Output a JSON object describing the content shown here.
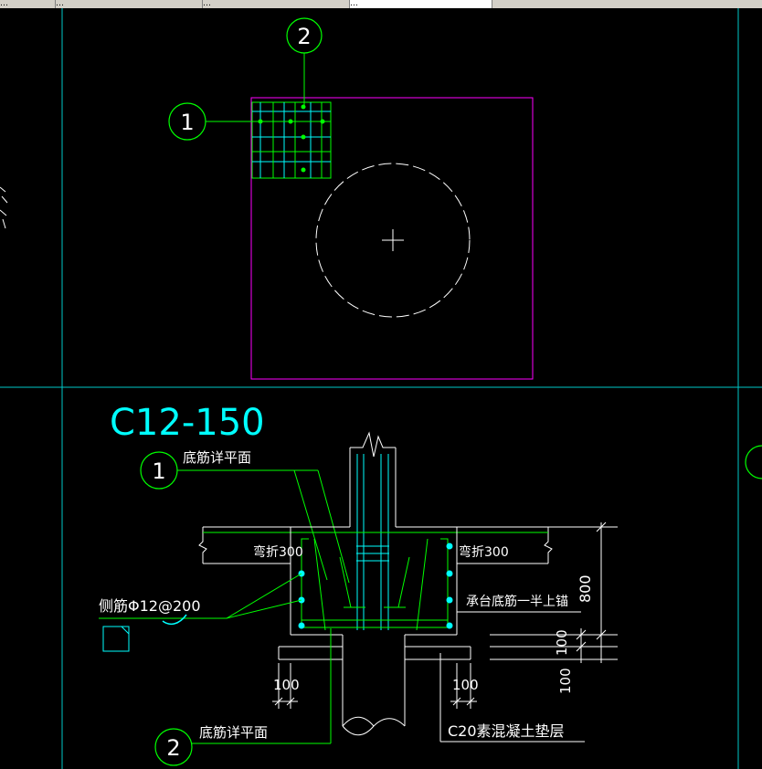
{
  "window": {
    "tabs": [
      {
        "label": "…"
      },
      {
        "label": "…"
      },
      {
        "label": "…"
      },
      {
        "label": "…"
      }
    ]
  },
  "drawing": {
    "plan": {
      "callout_1": "1",
      "callout_2": "2"
    },
    "section": {
      "rebar_title": "C12-150",
      "callout_1": "1",
      "callout_1_label": "底筋详平面",
      "callout_2": "2",
      "callout_2_label": "底筋详平面",
      "bend_left": "弯折300",
      "bend_right": "弯折300",
      "side_bar_label": "侧筋Φ12@200",
      "anchor_label": "承台底筋一半上锚",
      "dim_height": "800",
      "dim_100_a": "100",
      "dim_100_b": "100",
      "dim_100_left": "100",
      "dim_100_right": "100",
      "pad_label": "C20素混凝土垫层"
    }
  },
  "colors": {
    "background": "#000000",
    "grid_line": "#00c8c8",
    "green": "#00ff00",
    "cyan": "#00ffff",
    "magenta": "#ff00ff",
    "white": "#ffffff"
  }
}
